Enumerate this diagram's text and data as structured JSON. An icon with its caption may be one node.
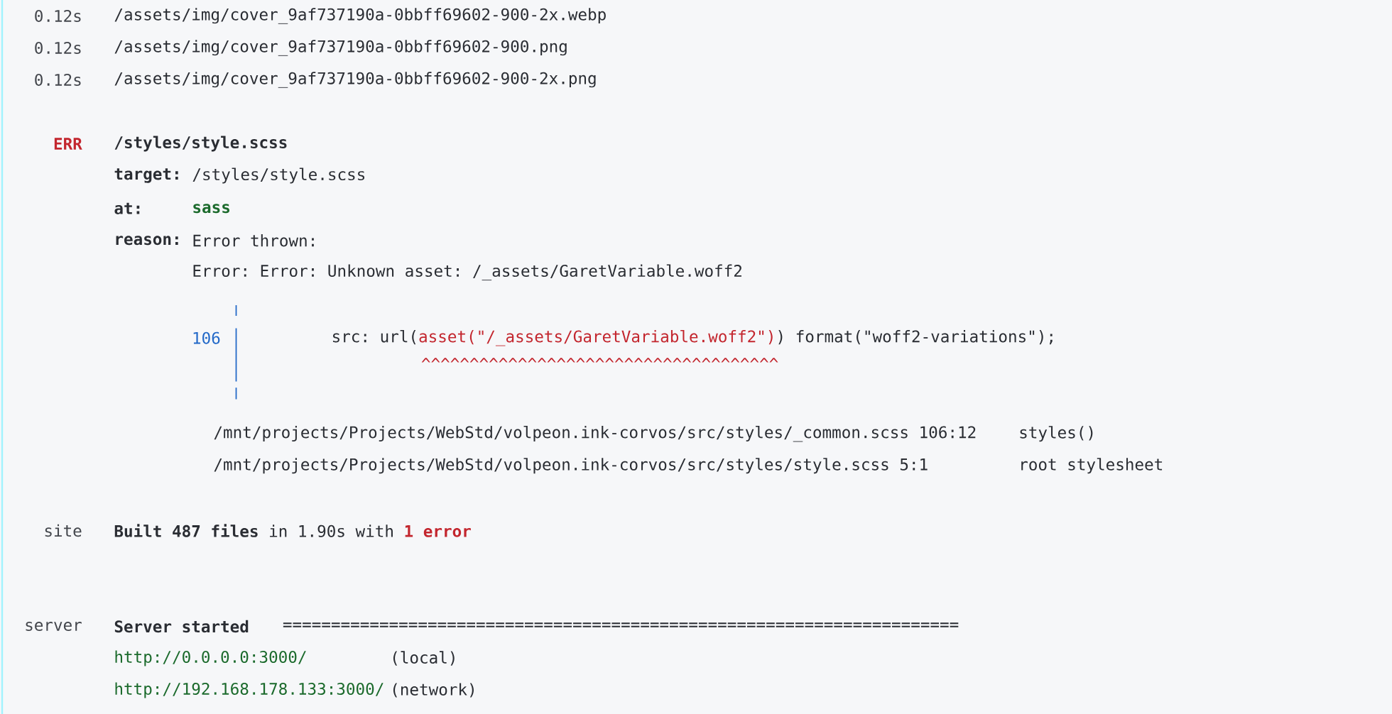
{
  "diagram": {
    "labels": [
      "0.12s",
      "/assets/img/cover_9af737190a-0bbff69602-900-2x.webp",
      "0.12s",
      "/assets/img/cover_9af737190a-0bbff69602-900.png",
      "0.12s",
      "/assets/img/cover_9af737190a-0bbff69602-900-2x.png",
      "ERR",
      "/styles/style.scss",
      "target:",
      "/styles/style.scss",
      "at:",
      "sass",
      "reason:",
      "Error thrown:",
      "Error: Error: Unknown asset: /_assets/GaretVariable.woff2",
      "106",
      "src: url(",
      "asset(\"/_assets/GaretVariable.woff2\")",
      ") format(\"woff2-variations\");",
      "^^^^^^^^^^^^^^^^^^^^^^^^^^^^^^^^^^^^^",
      "/mnt/projects/Projects/WebStd/volpeon.ink-corvos/src/styles/_common.scss 106:12",
      "styles()",
      "/mnt/projects/Projects/WebStd/volpeon.ink-corvos/src/styles/style.scss 5:1",
      "root stylesheet",
      "site",
      "Built 487 files",
      "in 1.90s with",
      "1 error",
      "server",
      "Server started",
      "======================================================================",
      "http://0.0.0.0:3000/",
      "(local)",
      "http://192.168.178.133:3000/",
      "(network)"
    ]
  }
}
